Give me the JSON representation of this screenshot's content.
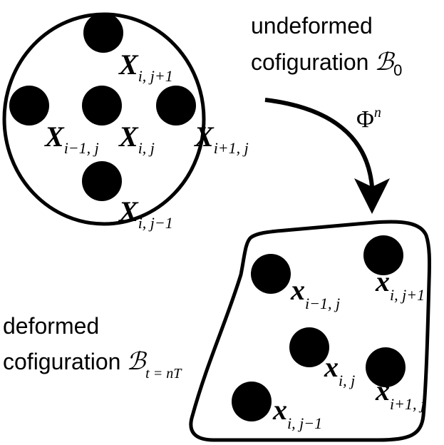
{
  "undeformed": {
    "line1": "undeformed",
    "line2": "cofiguration",
    "symbol": "ℬ",
    "subscript": "0"
  },
  "deformed": {
    "line1": "deformed",
    "line2": "cofiguration",
    "symbol": "ℬ",
    "subscript": "t = nT"
  },
  "map": {
    "symbol": "Φ",
    "superscript": "n"
  },
  "reference_labels": [
    {
      "name": "X",
      "sub": "i, j+1"
    },
    {
      "name": "X",
      "sub": "i−1, j"
    },
    {
      "name": "X",
      "sub": "i, j"
    },
    {
      "name": "X",
      "sub": "i+1, j"
    },
    {
      "name": "X",
      "sub": "i, j−1"
    }
  ],
  "current_labels": [
    {
      "name": "x",
      "sub": "i−1, j"
    },
    {
      "name": "x",
      "sub": "i, j+1"
    },
    {
      "name": "x",
      "sub": "i, j"
    },
    {
      "name": "x",
      "sub": "i+1, j"
    },
    {
      "name": "x",
      "sub": "i, j−1"
    }
  ]
}
